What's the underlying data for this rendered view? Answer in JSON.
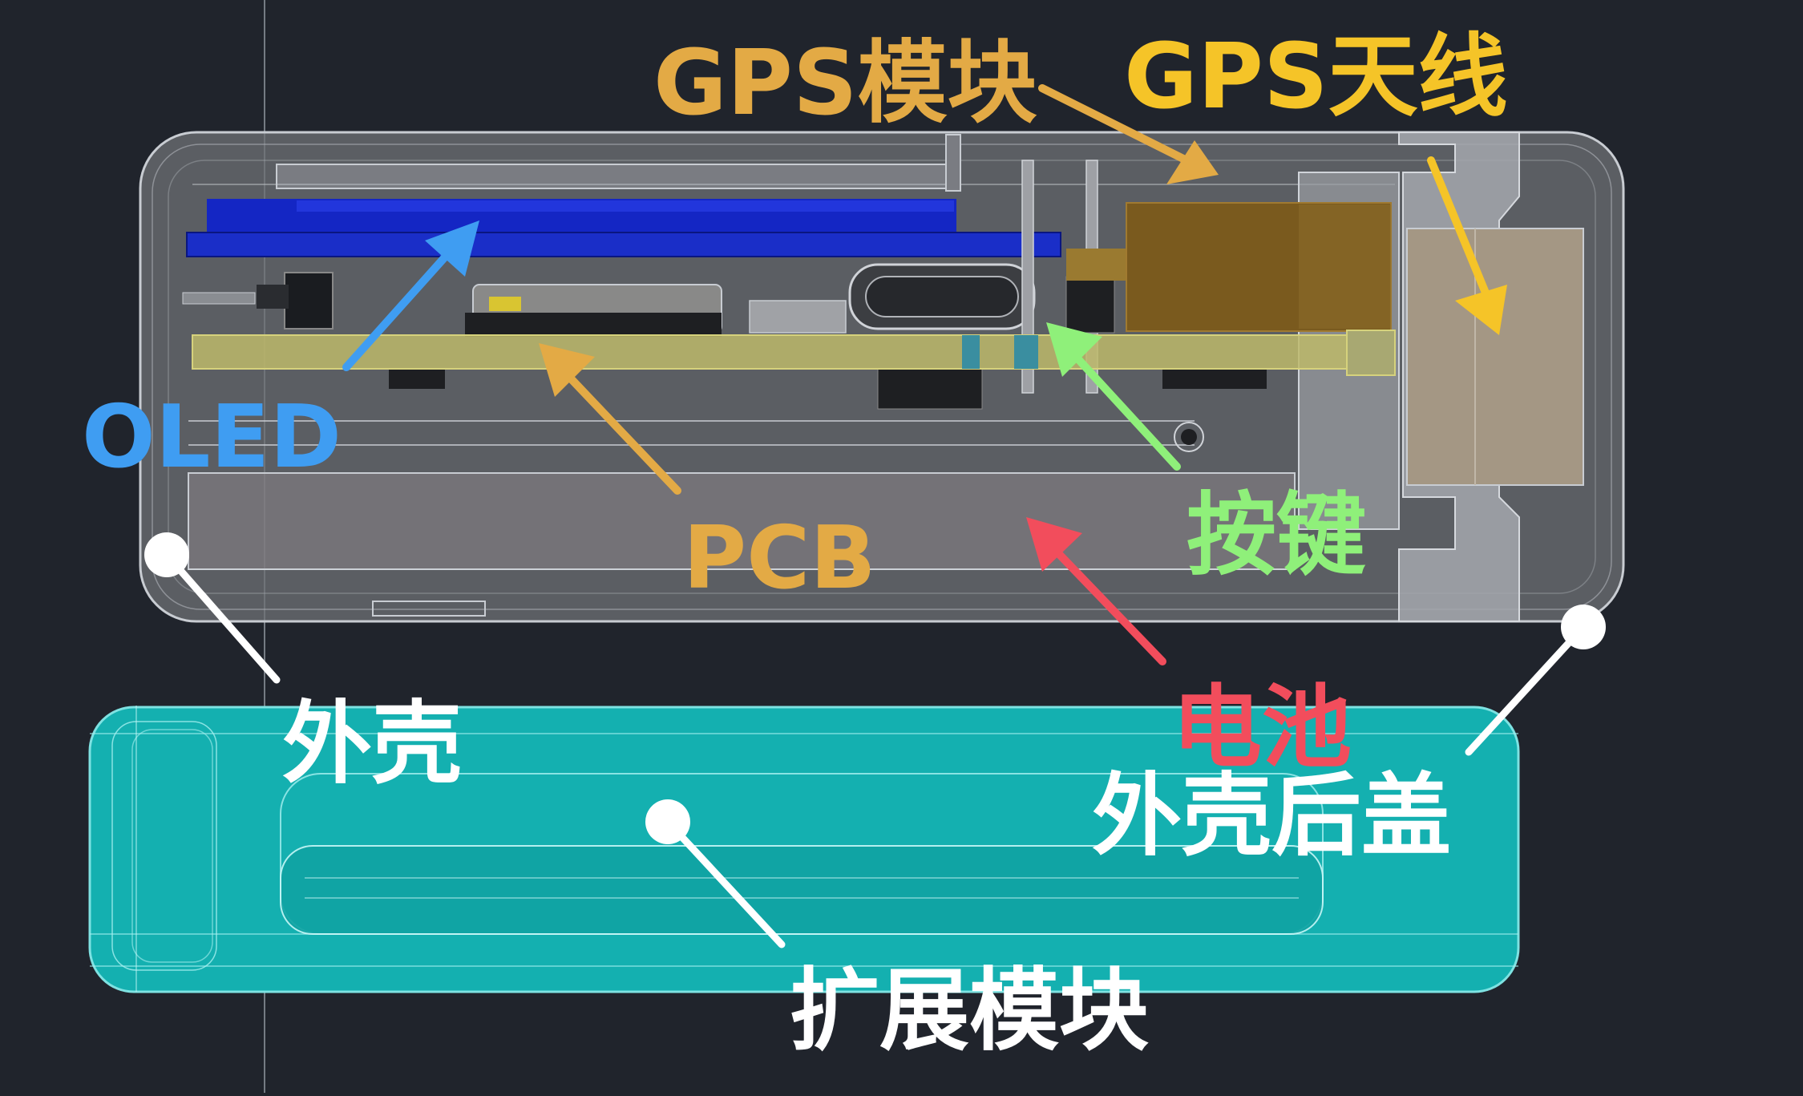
{
  "labels": {
    "gps_module": "GPS模块",
    "gps_antenna": "GPS天线",
    "oled": "OLED",
    "pcb": "PCB",
    "button": "按键",
    "shell": "外壳",
    "battery": "电池",
    "shell_back_cover": "外壳后盖",
    "expansion_module": "扩展模块"
  },
  "colors": {
    "background": "#20242c",
    "gps_module": "#e3aa45",
    "gps_antenna": "#f5c428",
    "oled": "#3f9df2",
    "pcb": "#e3aa45",
    "button": "#8ff07a",
    "battery": "#f24d5c",
    "white_labels": "#ffffff",
    "enclosure": "#7d7f85",
    "oled_panel": "#1626c8",
    "pcb_board": "#bdb96a",
    "gps_module_block": "#7a5a1e",
    "expansion_body": "#14b0b0"
  },
  "icons": [
    "arrow-icon",
    "pointer-dot-icon"
  ]
}
